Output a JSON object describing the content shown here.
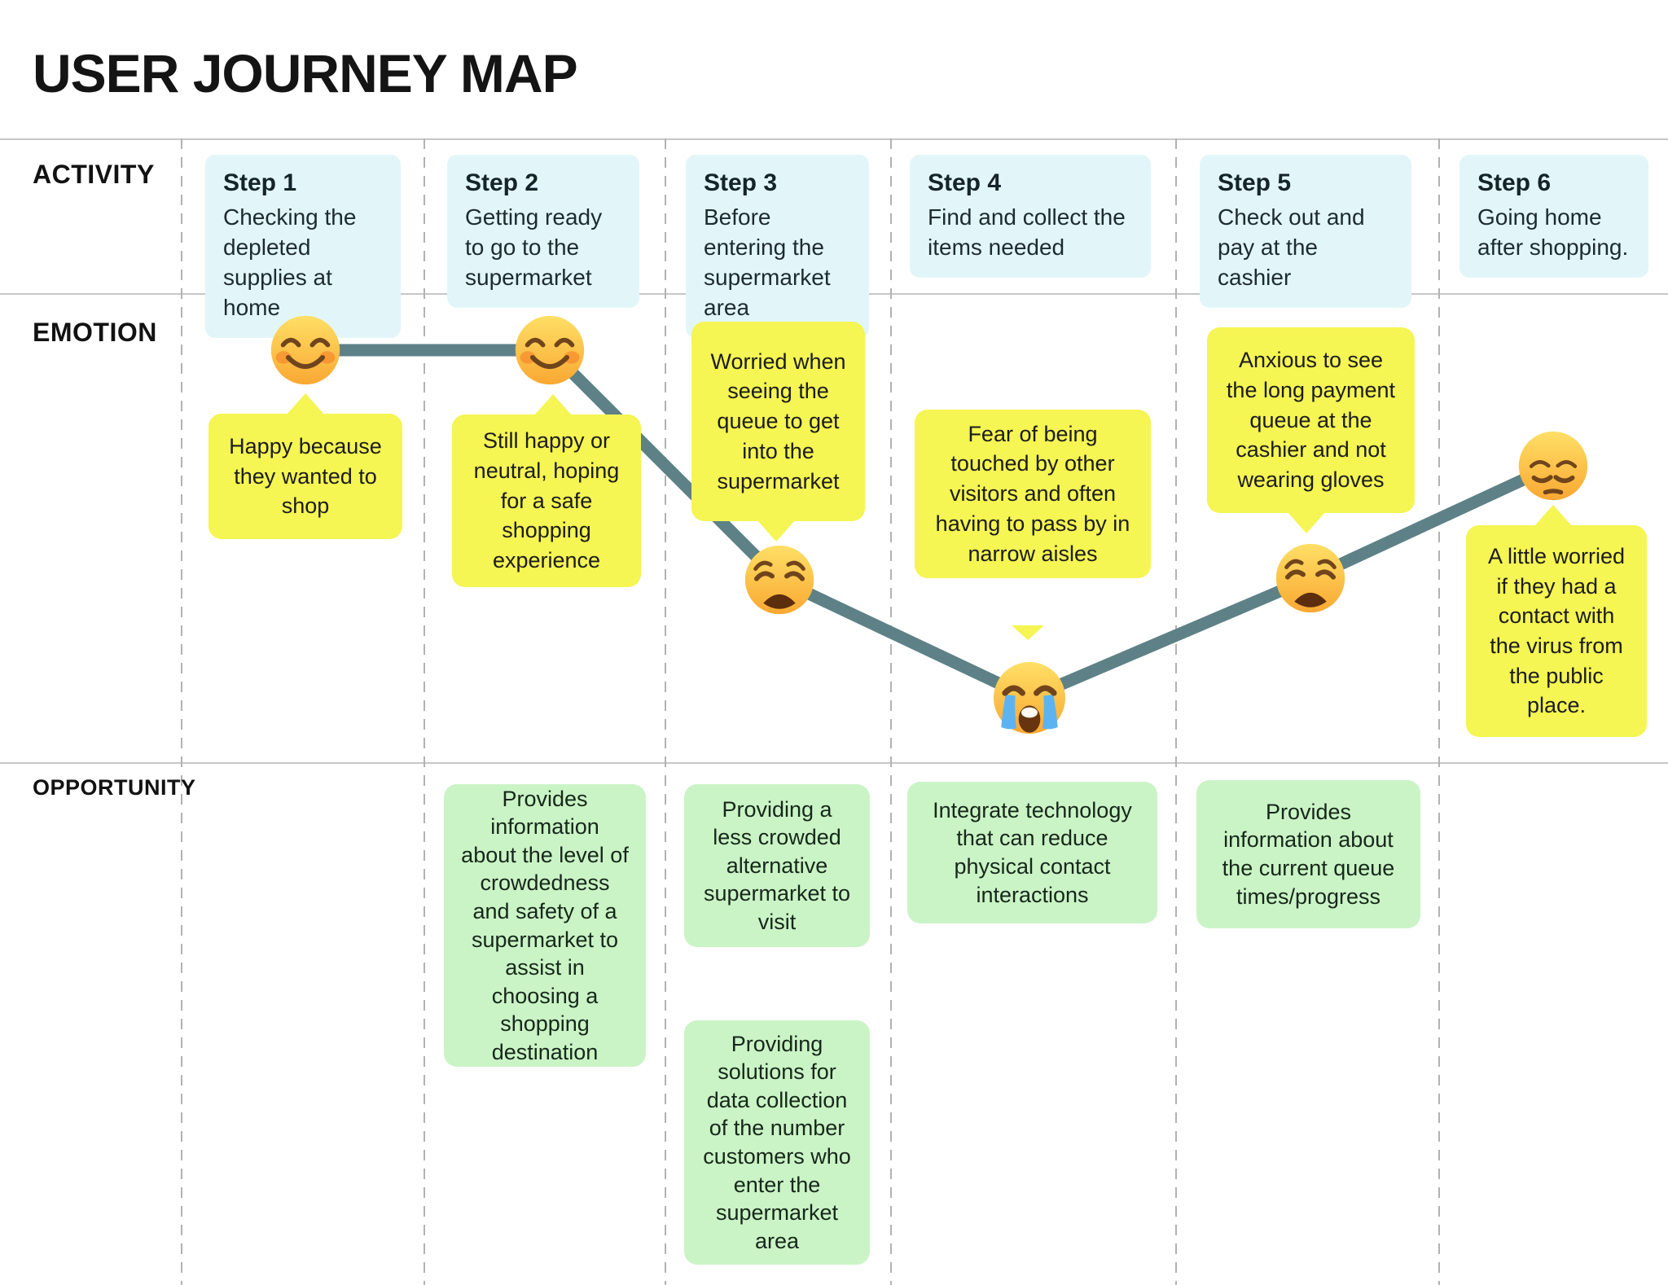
{
  "title": "USER JOURNEY MAP",
  "rows": {
    "activity_label": "ACTIVITY",
    "emotion_label": "EMOTION",
    "opportunity_label": "OPPORTUNITY"
  },
  "steps": [
    {
      "name": "Step 1",
      "activity": "Checking the depleted supplies at home"
    },
    {
      "name": "Step 2",
      "activity": "Getting ready to go to the supermarket"
    },
    {
      "name": "Step 3",
      "activity": "Before entering the supermarket area"
    },
    {
      "name": "Step 4",
      "activity": "Find and collect the items needed"
    },
    {
      "name": "Step 5",
      "activity": "Check out and pay at the cashier"
    },
    {
      "name": "Step 6",
      "activity": "Going home after shopping."
    }
  ],
  "emotions": [
    {
      "emoji": "smiling",
      "icon": "smiling-face-icon",
      "note": "Happy because they wanted to shop"
    },
    {
      "emoji": "smiling",
      "icon": "smiling-face-icon",
      "note": "Still happy or neutral, hoping for a safe shopping experience"
    },
    {
      "emoji": "weary",
      "icon": "weary-face-icon",
      "note": "Worried when seeing the queue to get into the supermarket"
    },
    {
      "emoji": "crying",
      "icon": "loudly-crying-face-icon",
      "note": "Fear of being touched by other visitors and often having to pass by in narrow aisles"
    },
    {
      "emoji": "weary",
      "icon": "weary-face-icon",
      "note": "Anxious to see the long payment queue at the cashier and not wearing gloves"
    },
    {
      "emoji": "pensive",
      "icon": "pensive-face-icon",
      "note": "A little worried if they had a contact with the virus from the public place."
    }
  ],
  "opportunities": [
    {
      "step": 2,
      "text": "Provides information about the level of crowdedness and safety of a supermarket to assist in choosing a shopping destination"
    },
    {
      "step": 3,
      "text": "Providing a less crowded alternative supermarket to visit"
    },
    {
      "step": 3,
      "text": "Providing solutions for data collection of the number customers who enter the supermarket area"
    },
    {
      "step": 4,
      "text": "Integrate technology that can reduce physical contact interactions"
    },
    {
      "step": 5,
      "text": "Provides information about the current queue times/progress"
    }
  ],
  "colors": {
    "activity_card": "#E2F6F9",
    "emotion_note_yellow": "#F5F553",
    "opportunity_green": "#CBF4C6",
    "journey_line_teal": "#5D8187",
    "divider_gray": "#C7C7C7"
  }
}
